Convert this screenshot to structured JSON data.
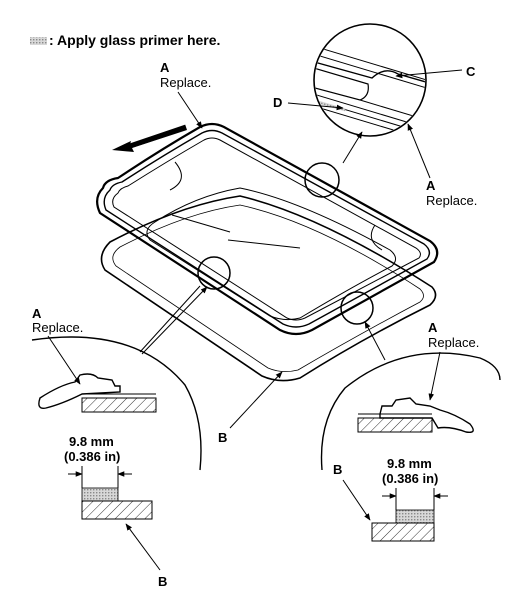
{
  "legend": {
    "text": ": Apply glass primer here.",
    "swatch_color": "#c0c0c0"
  },
  "labels": {
    "a_letter": "A",
    "replace": "Replace.",
    "b_letter": "B",
    "c_letter": "C",
    "d_letter": "D"
  },
  "dimension": {
    "metric": "9.8 mm",
    "imperial": "(0.386 in)"
  },
  "icons": {
    "direction_arrow": "arrow-left-icon"
  }
}
